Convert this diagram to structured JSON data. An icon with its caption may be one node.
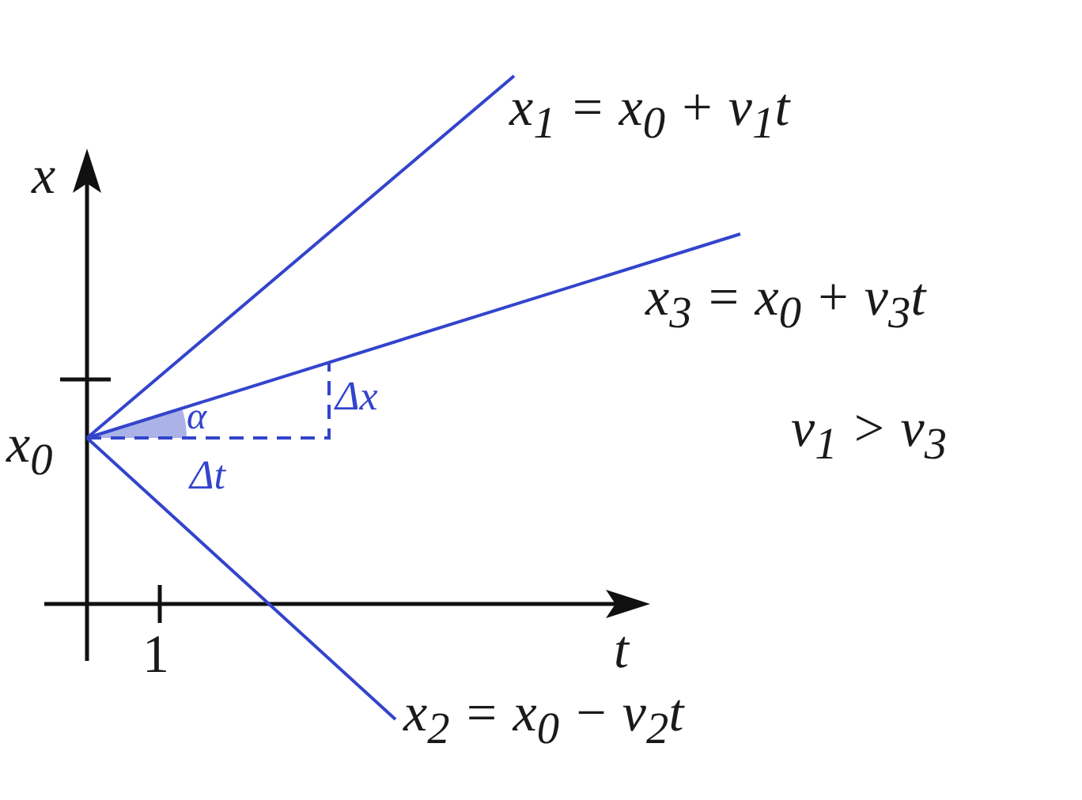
{
  "diagram": {
    "labels": [
      "x",
      "x$_{1}$ = x$_{0}$ + v$_{1}$t",
      "x$_{3}$ = x$_{0}$ + v$_{3}$t",
      "α",
      "Δx",
      "x$_{0}$",
      "v$_{1}$ > v$_{3}$",
      "Δt",
      "t",
      "1",
      "x$_{2}$ = x$_{0}$ − v$_{2}$t"
    ]
  }
}
